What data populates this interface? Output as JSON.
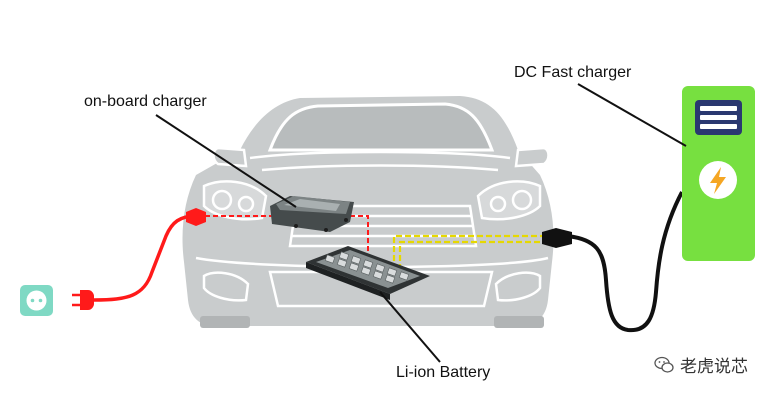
{
  "labels": {
    "onboard_charger": "on-board charger",
    "dc_fast_charger": "DC Fast charger",
    "battery": "Li-ion Battery"
  },
  "watermark": {
    "text": "老虎说芯",
    "icon": "wechat-icon"
  },
  "colors": {
    "ac_cable": "#ff1a1a",
    "dc_path": "#e6d800",
    "ac_path": "#ff1a1a",
    "charger_body": "#77e040",
    "outlet": "#7fd9c4",
    "car_body": "#c9cccd",
    "car_outline": "#ffffff",
    "dc_cable": "#111111"
  },
  "icons": {
    "outlet": "power-outlet-icon",
    "plug": "plug-icon",
    "bolt": "lightning-bolt-icon",
    "screen": "menu-lines-icon"
  }
}
